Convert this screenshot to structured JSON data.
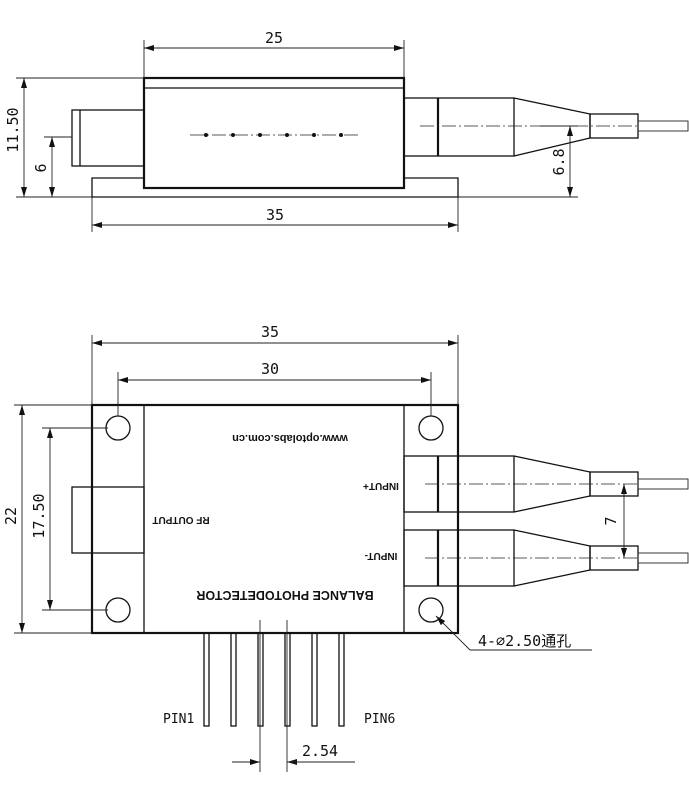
{
  "top_view": {
    "dim_length_top": "25",
    "dim_length_bottom": "35",
    "dim_height_total": "11.50",
    "dim_port_height": "6",
    "dim_fiber_height": "6.8"
  },
  "bottom_view": {
    "dim_width_35": "35",
    "dim_hole_spacing": "30",
    "dim_height_22": "22",
    "dim_hole_vertical": "17.50",
    "dim_input_pitch": "7",
    "dim_pin_pitch": "2.54",
    "website": "www.optolabs.com.cn",
    "product_label": "BALANCE PHOTODETECTOR",
    "rf_output_label": "RF OUTPUT",
    "input_plus_label": "INPUT+",
    "input_minus_label": "INPUT-",
    "hole_note": "4-⌀2.50通孔",
    "pin1_label": "PIN1",
    "pin6_label": "PIN6"
  }
}
